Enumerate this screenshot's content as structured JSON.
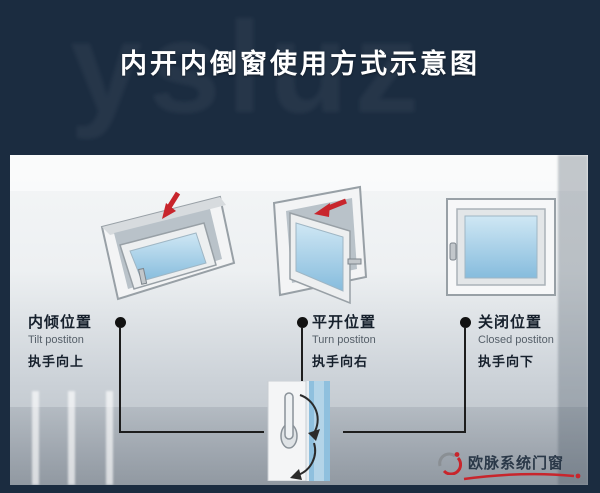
{
  "header": {
    "title": "内开内倒窗使用方式示意图",
    "watermark": "ysluz"
  },
  "positions": [
    {
      "label_cn": "内倾位置",
      "label_en": "Tilt postiton",
      "handle_text": "执手向上"
    },
    {
      "label_cn": "平开位置",
      "label_en": "Turn postiton",
      "handle_text": "执手向右"
    },
    {
      "label_cn": "关闭位置",
      "label_en": "Closed postiton",
      "handle_text": "执手向下"
    }
  ],
  "brand": {
    "name": "欧脉系统门窗"
  },
  "colors": {
    "navy": "#1b2c40",
    "glass_light": "#cfe7f4",
    "glass_dark": "#86bcdd",
    "arrow_red": "#c8252c",
    "connector_line": "#1d1d1d"
  }
}
